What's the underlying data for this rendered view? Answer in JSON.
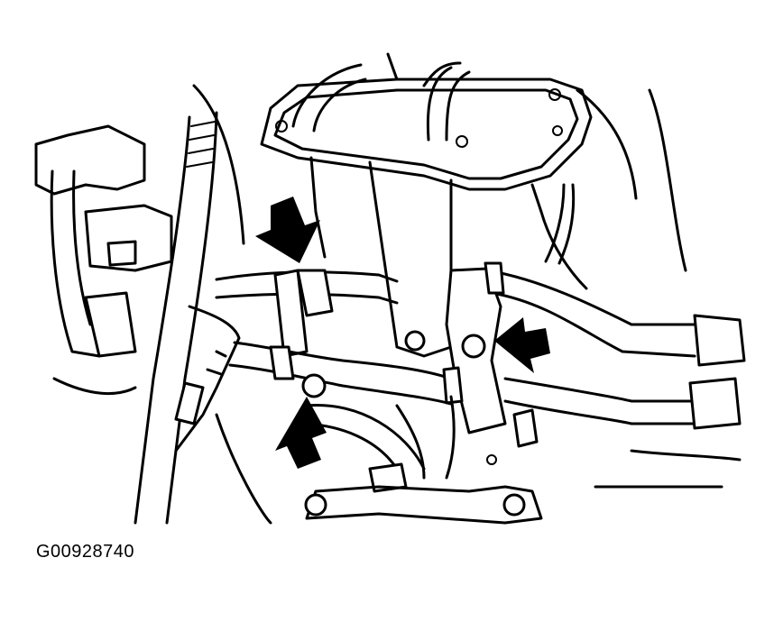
{
  "figure": {
    "code": "G00928740"
  },
  "callouts": [
    {
      "id": "arrow-top-left",
      "direction": "down"
    },
    {
      "id": "arrow-right",
      "direction": "left"
    },
    {
      "id": "arrow-bottom-left",
      "direction": "up"
    }
  ],
  "colors": {
    "line": "#000000",
    "background": "#ffffff"
  }
}
